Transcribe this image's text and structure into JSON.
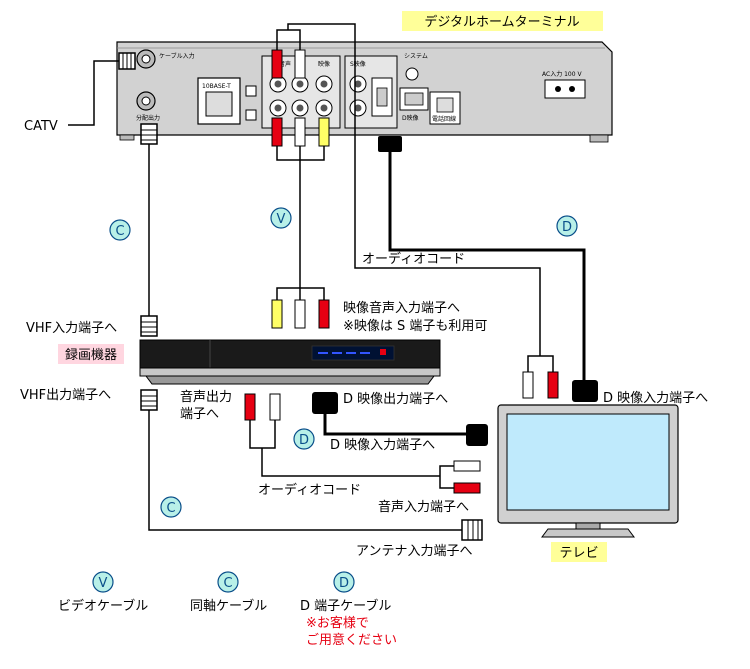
{
  "colors": {
    "cable": "#000000",
    "connector_red": "#e60012",
    "connector_white": "#ffffff",
    "connector_yellow": "#ffff66",
    "badge_fill": "#b8f0e8",
    "badge_text": "#0a4f8a",
    "label_highlight_yellow": "#ffff99",
    "label_highlight_pink": "#ffd6e0",
    "tv_screen": "#bfeafc",
    "device_gray": "#c8c8c8",
    "recorder_dark": "#1a1a1a",
    "recorder_led": "#3355ff",
    "warning_red": "#e60012"
  },
  "terminal": {
    "title": "デジタルホームターミナル",
    "panel": {
      "cable_in": "ケーブル入力",
      "split_out": "分配出力",
      "modular": "10BASE-T",
      "audio": "音声",
      "video": "映像",
      "s_video": "S映像",
      "system": "システム",
      "d_video": "D映像",
      "phone": "電話回線",
      "ac_in": "AC入力 100 V"
    }
  },
  "catv_label": "CATV",
  "recorder_label": "録画機器",
  "tv_label": "テレビ",
  "labels": {
    "vhf_in": "VHF入力端子へ",
    "vhf_out": "VHF出力端子へ",
    "av_in_line1": "映像音声入力端子へ",
    "av_in_line2": "※映像は S 端子も利用可",
    "audio_out_line1": "音声出力",
    "audio_out_line2": "端子へ",
    "d_out": "D 映像出力端子へ",
    "d_in_from_recorder": "D 映像入力端子へ",
    "audio_cord_top": "オーディオコード",
    "audio_cord_bottom": "オーディオコード",
    "audio_in": "音声入力端子へ",
    "antenna_in": "アンテナ入力端子へ",
    "d_in_tv": "D 映像入力端子へ"
  },
  "badges": {
    "C": "C",
    "V": "V",
    "D": "D"
  },
  "legend": [
    {
      "letter": "V",
      "label": "ビデオケーブル"
    },
    {
      "letter": "C",
      "label": "同軸ケーブル"
    },
    {
      "letter": "D",
      "label": "D 端子ケーブル",
      "note_line1": "※お客様で",
      "note_line2": "ご用意ください"
    }
  ]
}
